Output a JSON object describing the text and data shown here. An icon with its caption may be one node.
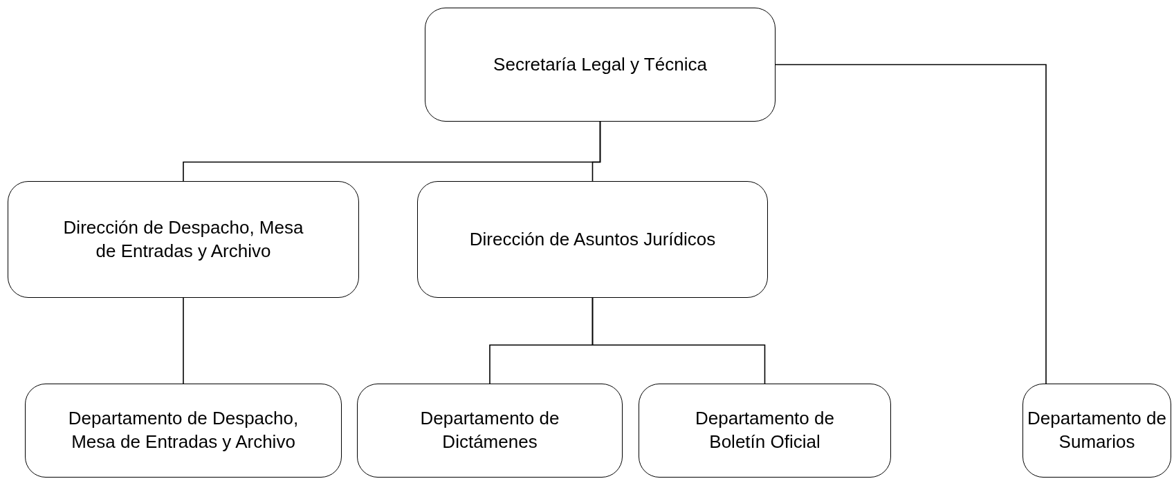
{
  "diagram": {
    "nodes": [
      {
        "text": [
          "Secretaría Legal y Técnica"
        ]
      },
      {
        "text": [
          "Dirección de Despacho, Mesa de Entradas y Archivo"
        ]
      },
      {
        "text": [
          "Dirección de Asuntos Jurídicos"
        ]
      },
      {
        "text": [
          "Departamento de Despacho, Mesa de Entradas y Archivo"
        ]
      },
      {
        "text": [
          "Departamento de Dictámenes"
        ]
      },
      {
        "text": [
          "Departamento de Boletín Oficial"
        ]
      },
      {
        "text": [
          "Departamento de Sumarios"
        ]
      }
    ],
    "edges": [
      {
        "from": 0,
        "to": 1,
        "arrow": "none"
      },
      {
        "from": 0,
        "to": 2,
        "arrow": "none"
      },
      {
        "from": 0,
        "to": 6,
        "arrow": "none"
      },
      {
        "from": 1,
        "to": 3,
        "arrow": "none"
      },
      {
        "from": 2,
        "to": 4,
        "arrow": "none"
      },
      {
        "from": 2,
        "to": 5,
        "arrow": "none"
      }
    ]
  }
}
